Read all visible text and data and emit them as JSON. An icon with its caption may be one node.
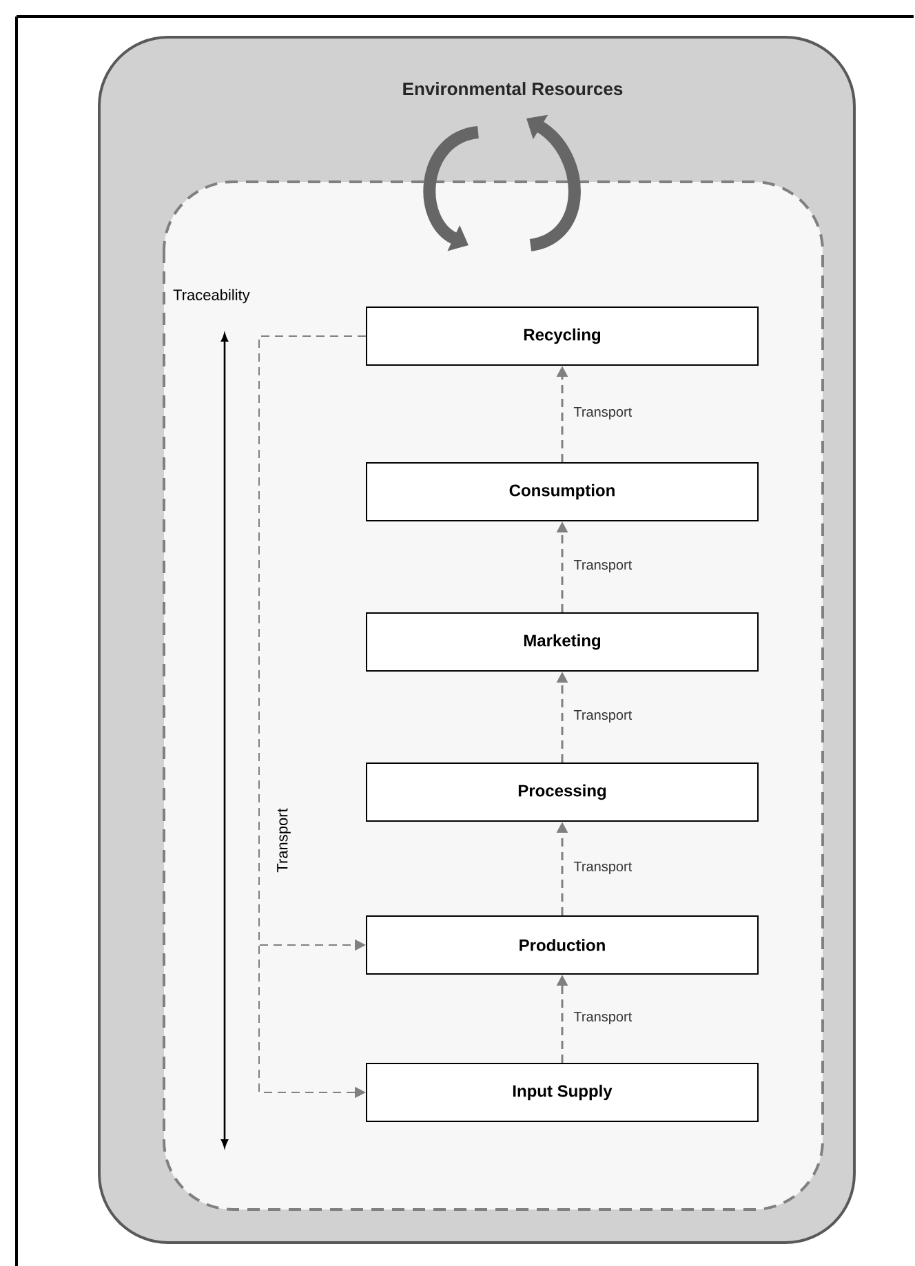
{
  "diagram": {
    "nodes": [
      {
        "text": [
          "Environmental Resources"
        ]
      },
      {
        "text": [],
        "shape": "box",
        "in": 0
      },
      {
        "text": [
          "Recycling"
        ],
        "in": 1
      },
      {
        "text": [
          "Consumption"
        ],
        "in": 1
      },
      {
        "text": [
          "Marketing"
        ],
        "in": 1
      },
      {
        "text": [
          "Processing"
        ],
        "in": 1
      },
      {
        "text": [
          "Production"
        ],
        "in": 1
      },
      {
        "text": [
          "Input Supply"
        ],
        "in": 1
      }
    ],
    "edges": [
      {
        "from": 7,
        "to": 6,
        "arrow": "to",
        "label": "Transport",
        "style": "dashed"
      },
      {
        "from": 6,
        "to": 5,
        "arrow": "to",
        "label": "Transport",
        "style": "dashed"
      },
      {
        "from": 5,
        "to": 4,
        "arrow": "to",
        "label": "Transport",
        "style": "dashed"
      },
      {
        "from": 4,
        "to": 3,
        "arrow": "to",
        "label": "Transport",
        "style": "dashed"
      },
      {
        "from": 3,
        "to": 2,
        "arrow": "to",
        "label": "Transport",
        "style": "dashed"
      },
      {
        "from": 2,
        "to": 6,
        "arrow": "to",
        "label": "Transport",
        "style": "dashed"
      },
      {
        "from": 2,
        "to": 7,
        "arrow": "to",
        "style": "dashed"
      }
    ],
    "labels": [
      "Traceability"
    ]
  }
}
